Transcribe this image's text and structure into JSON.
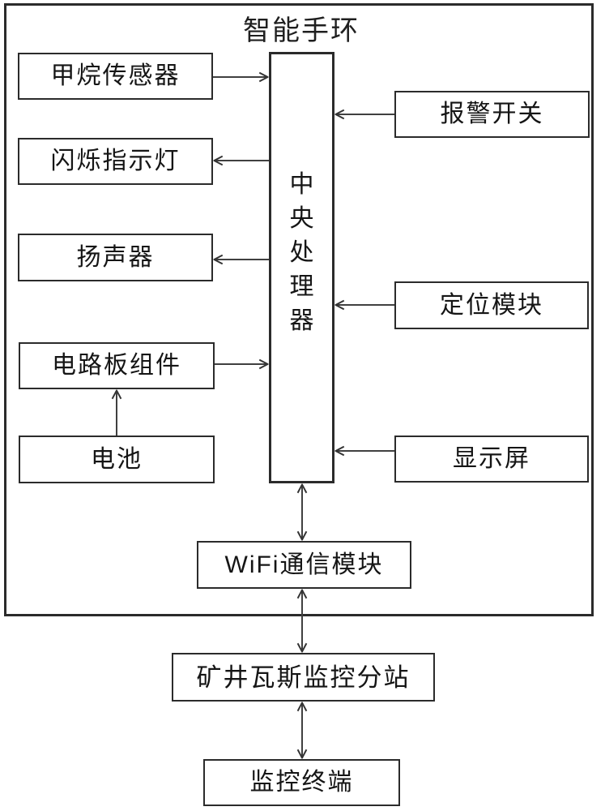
{
  "diagram": {
    "title": "智能手环",
    "nodes": {
      "methane_sensor": "甲烷传感器",
      "flash_indicator": "闪烁指示灯",
      "speaker": "扬声器",
      "circuit_board": "电路板组件",
      "battery": "电池",
      "cpu": "中央处理器",
      "alarm_switch": "报警开关",
      "positioning_module": "定位模块",
      "display_screen": "显示屏",
      "wifi_module": "WiFi通信模块",
      "substation": "矿井瓦斯监控分站",
      "terminal": "监控终端"
    },
    "edges": [
      {
        "from": "methane_sensor",
        "to": "cpu",
        "direction": "one-way"
      },
      {
        "from": "cpu",
        "to": "flash_indicator",
        "direction": "one-way"
      },
      {
        "from": "alarm_switch",
        "to": "cpu",
        "direction": "one-way"
      },
      {
        "from": "cpu",
        "to": "speaker",
        "direction": "one-way"
      },
      {
        "from": "positioning_module",
        "to": "cpu",
        "direction": "one-way"
      },
      {
        "from": "circuit_board",
        "to": "cpu",
        "direction": "one-way"
      },
      {
        "from": "display_screen",
        "to": "cpu",
        "direction": "one-way"
      },
      {
        "from": "battery",
        "to": "circuit_board",
        "direction": "one-way"
      },
      {
        "from": "cpu",
        "to": "wifi_module",
        "direction": "two-way"
      },
      {
        "from": "wifi_module",
        "to": "substation",
        "direction": "two-way"
      },
      {
        "from": "substation",
        "to": "terminal",
        "direction": "two-way"
      }
    ],
    "colors": {
      "line": "#333333",
      "border": "#2b2b2b",
      "text": "#151515",
      "background": "#ffffff"
    }
  }
}
